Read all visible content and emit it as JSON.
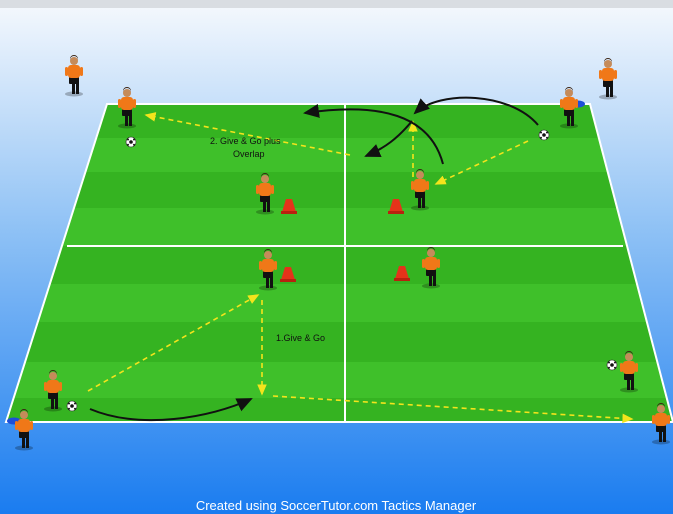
{
  "labels": {
    "drill_2_line1": "2. Give & Go plus",
    "drill_2_line2": "Overlap",
    "drill_1": "1.Give & Go"
  },
  "footer": {
    "credit": "Created using SoccerTutor.com Tactics Manager"
  },
  "colors": {
    "sky_top": "#f6f9fd",
    "sky_bottom": "#1a7cf0",
    "pitch_light": "#3fc02a",
    "pitch_dark": "#2ea81c",
    "line": "#ffffff",
    "player_shirt": "#f07818",
    "player_shorts": "#111111",
    "cone": "#e5331a",
    "pass_arrow": "#f3e41c",
    "run_arrow": "#111111"
  }
}
